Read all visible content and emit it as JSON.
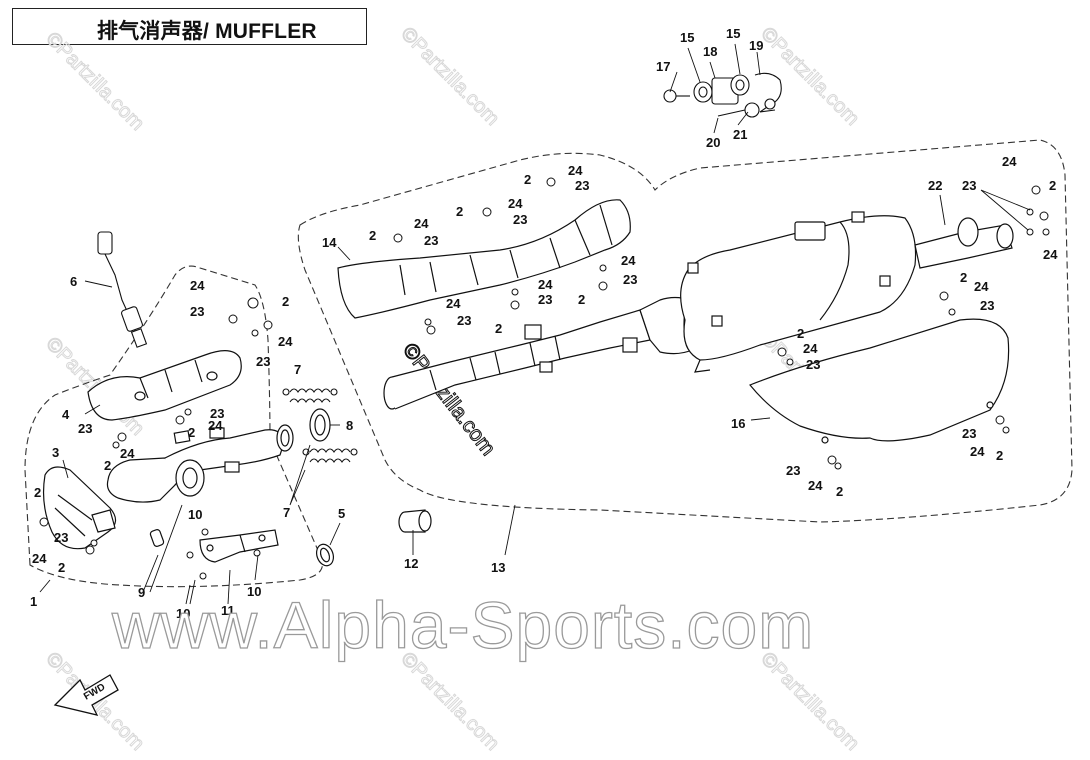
{
  "title": "排气消声器/ MUFFLER",
  "watermark_main": "www.Alpha-Sports.com",
  "watermark_small": "©Partzilla.com",
  "fwd_label": "FWD",
  "callouts": [
    "1",
    "2",
    "3",
    "4",
    "5",
    "6",
    "7",
    "8",
    "9",
    "10",
    "11",
    "12",
    "13",
    "14",
    "15",
    "16",
    "17",
    "18",
    "19",
    "20",
    "21",
    "22",
    "23",
    "24"
  ]
}
